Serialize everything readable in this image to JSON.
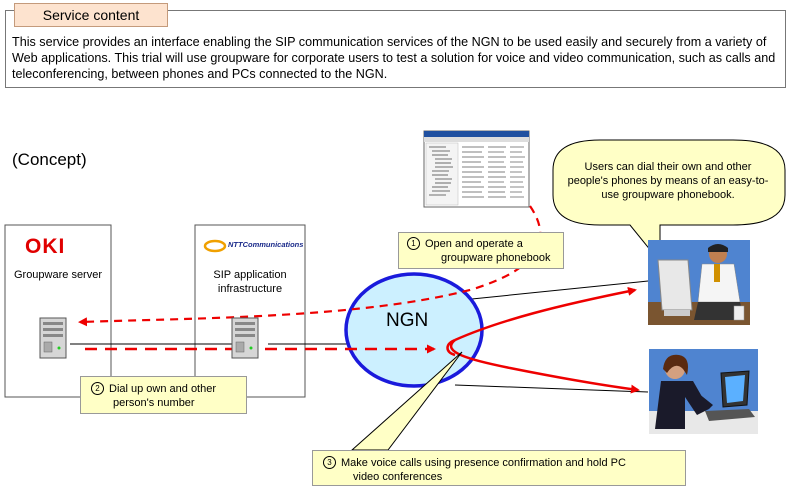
{
  "service": {
    "tab_label": "Service content",
    "description": "This service provides an interface enabling the SIP communication services of the NGN to be used easily and securely from a variety of Web applications. This trial will use groupware for corporate users to test a solution for voice and video communication, such as calls and teleconferencing, between phones and PCs connected to the NGN."
  },
  "concept_label": "(Concept)",
  "oki": {
    "logo_text": "OKI",
    "server_label": "Groupware server"
  },
  "ntt": {
    "logo_text": "NTTCommunications",
    "line1": "SIP application",
    "line2": "infrastructure"
  },
  "ngn_label": "NGN",
  "bubble": {
    "text": "Users can dial their own and other people's phones by means of an easy-to-use groupware phonebook."
  },
  "steps": [
    {
      "num": "1",
      "line1": "Open and operate a",
      "line2": "groupware phonebook"
    },
    {
      "num": "2",
      "line1": "Dial up own and other",
      "line2": "person's number"
    },
    {
      "num": "3",
      "line1": "Make voice calls using presence confirmation and hold PC",
      "line2": "video conferences"
    }
  ],
  "colors": {
    "arrow_red": "#ee0000",
    "ngn_fill": "#ccf0ff",
    "ngn_stroke": "#1a1adc",
    "note_fill": "#ffffc6",
    "bubble_fill": "#ffffc6",
    "tab_fill": "#fde3cf"
  }
}
